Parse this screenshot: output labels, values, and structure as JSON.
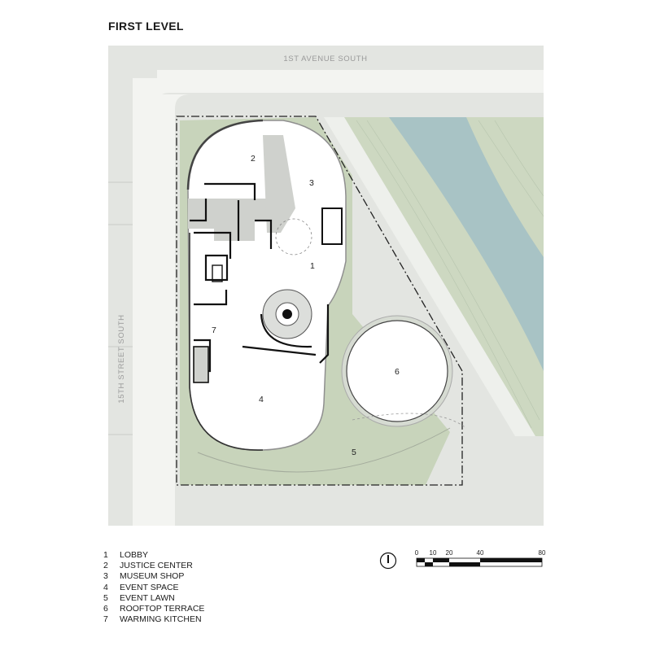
{
  "title": "FIRST LEVEL",
  "streets": {
    "top": "1ST AVENUE SOUTH",
    "left": "15TH STREET SOUTH"
  },
  "rooms": [
    {
      "num": "1",
      "name": "LOBBY"
    },
    {
      "num": "2",
      "name": "JUSTICE CENTER"
    },
    {
      "num": "3",
      "name": "MUSEUM SHOP"
    },
    {
      "num": "4",
      "name": "EVENT SPACE"
    },
    {
      "num": "5",
      "name": "EVENT LAWN"
    },
    {
      "num": "6",
      "name": "ROOFTOP TERRACE"
    },
    {
      "num": "7",
      "name": "WARMING KITCHEN"
    }
  ],
  "scale": {
    "ticks": [
      "0",
      "10",
      "20",
      "40",
      "80"
    ]
  },
  "colors": {
    "paving": "#e4e6e2",
    "sidewalk": "#f1f2ef",
    "lawn": "#c9d6bd",
    "river": "#a9c4c6",
    "wall": "#111111"
  }
}
